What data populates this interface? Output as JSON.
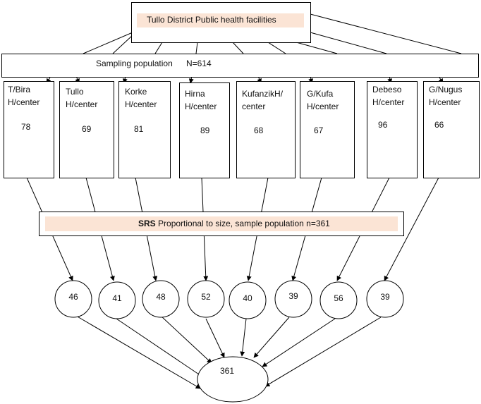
{
  "top": {
    "title": "Tullo District Public health facilities"
  },
  "population": {
    "label": "Sampling population",
    "n": "N=614"
  },
  "facilities": [
    {
      "name": "T/Bira H/center",
      "count": "78"
    },
    {
      "name": "Tullo H/center",
      "count": "69"
    },
    {
      "name": "Korke H/center",
      "count": "81"
    },
    {
      "name": "Hirna H/center",
      "count": "89"
    },
    {
      "name": "KufanzikH/ center",
      "count": "68"
    },
    {
      "name": "G/Kufa H/center",
      "count": "67"
    },
    {
      "name": "Debeso H/center",
      "count": "96"
    },
    {
      "name": "G/Nugus H/center",
      "count": "66"
    }
  ],
  "srs": {
    "bold": "SRS",
    "rest": " Proportional to size, sample population n=361"
  },
  "samples": [
    "46",
    "41",
    "48",
    "52",
    "40",
    "39",
    "56",
    "39"
  ],
  "total": "361"
}
